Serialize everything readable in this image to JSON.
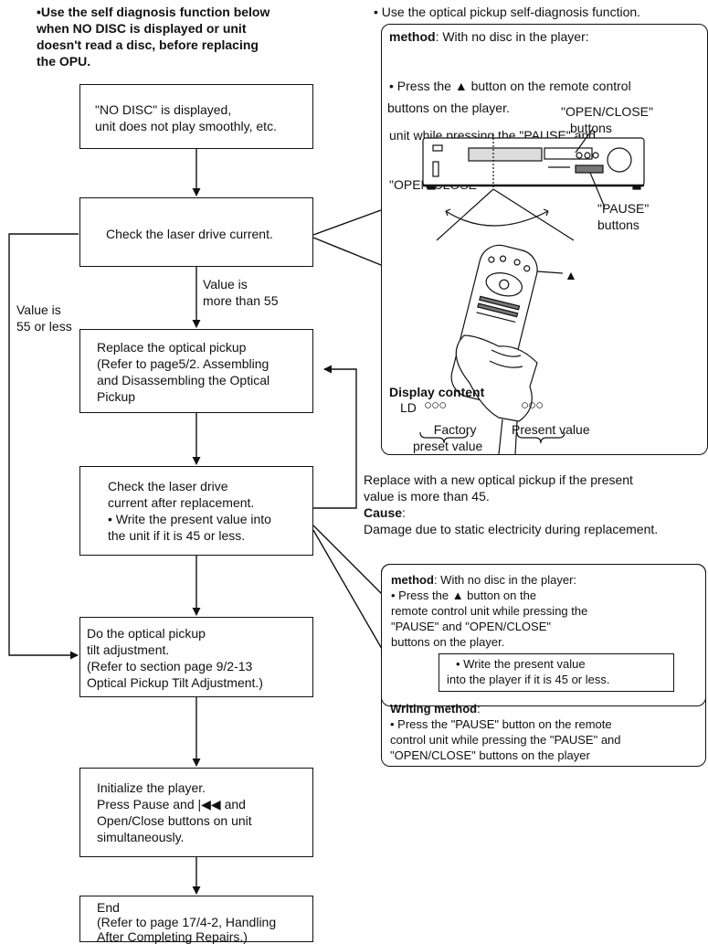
{
  "intro_left": [
    "•Use the self diagnosis function below",
    "when NO DISC is displayed or unit",
    "doesn't read a disc, before replacing",
    "the OPU."
  ],
  "intro_right": "• Use the optical pickup self-diagnosis function.",
  "flow": {
    "box1": [
      "\"NO DISC\" is displayed,",
      "unit does not play smoothly, etc."
    ],
    "box2": [
      "Check the laser drive current."
    ],
    "label_more": [
      "Value is",
      "more than 55"
    ],
    "label_less": [
      "Value is",
      "55 or less"
    ],
    "box3": [
      "Replace the optical pickup",
      "(Refer to page5/2. Assembling",
      "and Disassembling the Optical",
      "Pickup"
    ],
    "box4": [
      "Check the laser drive",
      "current after replacement.",
      "• Write the present value into",
      "the unit if it is 45 or less."
    ],
    "box5": [
      "Do the optical pickup",
      "tilt adjustment.",
      "(Refer to section page 9/2-13",
      "Optical Pickup Tilt Adjustment.)"
    ],
    "box6": [
      "Initialize the player.",
      "Press Pause and |◀◀ and",
      "Open/Close buttons on unit",
      "simultaneously."
    ],
    "box7": [
      "End",
      "(Refer to page 17/4-2, Handling",
      "After Completing Repairs.)"
    ]
  },
  "panel1": {
    "method_bold": "method",
    "method_rest": ": With no disc in the player:",
    "lines": [
      "• Press the ▲ button on the remote control",
      "  unit while pressing the \"PAUSE\" and",
      "  \"OPEN/CLOSE\""
    ],
    "buttons_line": "buttons on the player.",
    "callout_open": [
      "\"OPEN/CLOSE\"",
      "buttons"
    ],
    "callout_pause": [
      "\"PAUSE\"",
      "buttons"
    ],
    "triangle": "▲",
    "display_heading": "Display content",
    "ld": "LD",
    "digits_1": "○○○",
    "digits_2": "○○○",
    "factory": [
      "Factory",
      "preset value"
    ],
    "present": "Present value"
  },
  "replace_note": {
    "lines": [
      "Replace with a new optical pickup if the present",
      "value is more than 45."
    ],
    "cause_heading": "Cause",
    "cause_colon": ":",
    "cause_text": "Damage due to static electricity during replacement."
  },
  "panel2": {
    "method_bold": "method",
    "method_rest": ": With no disc in the player:",
    "lines": [
      "• Press the ▲ button on the",
      "remote control unit while pressing the",
      "\"PAUSE\" and \"OPEN/CLOSE\"",
      "buttons on the player."
    ],
    "inner_box": [
      "• Write the present value",
      "into the player if it is 45 or less."
    ],
    "writing_heading": "Writing method",
    "writing_colon": ":",
    "writing_lines": [
      "• Press the \"PAUSE\" button on the remote",
      "control unit while pressing the \"PAUSE\" and",
      "\"OPEN/CLOSE\" buttons on the player"
    ]
  }
}
